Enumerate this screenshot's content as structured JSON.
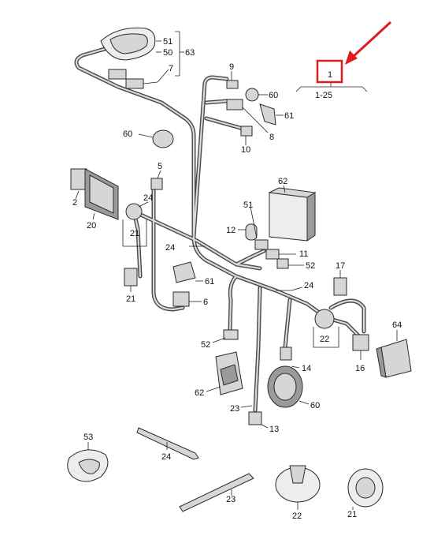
{
  "diagram": {
    "callouts": [
      {
        "id": "c51",
        "text": "51"
      },
      {
        "id": "c50",
        "text": "50"
      },
      {
        "id": "c63",
        "text": "63"
      },
      {
        "id": "c7",
        "text": "7"
      },
      {
        "id": "c9",
        "text": "9"
      },
      {
        "id": "c60a",
        "text": "60"
      },
      {
        "id": "c61a",
        "text": "61"
      },
      {
        "id": "c8",
        "text": "8"
      },
      {
        "id": "c10",
        "text": "10"
      },
      {
        "id": "c60b",
        "text": "60"
      },
      {
        "id": "c1",
        "text": "1"
      },
      {
        "id": "c1-25",
        "text": "1-25"
      },
      {
        "id": "c5",
        "text": "5"
      },
      {
        "id": "c62a",
        "text": "62"
      },
      {
        "id": "c2",
        "text": "2"
      },
      {
        "id": "c24a",
        "text": "24"
      },
      {
        "id": "c20",
        "text": "20"
      },
      {
        "id": "c21a",
        "text": "21"
      },
      {
        "id": "c51b",
        "text": "51"
      },
      {
        "id": "c12",
        "text": "12"
      },
      {
        "id": "c24b",
        "text": "24"
      },
      {
        "id": "c11",
        "text": "11"
      },
      {
        "id": "c52a",
        "text": "52"
      },
      {
        "id": "c17",
        "text": "17"
      },
      {
        "id": "c61b",
        "text": "61"
      },
      {
        "id": "c21b",
        "text": "21"
      },
      {
        "id": "c6",
        "text": "6"
      },
      {
        "id": "c24c",
        "text": "24"
      },
      {
        "id": "c64",
        "text": "64"
      },
      {
        "id": "c52b",
        "text": "52"
      },
      {
        "id": "c22a",
        "text": "22"
      },
      {
        "id": "c16",
        "text": "16"
      },
      {
        "id": "c14",
        "text": "14"
      },
      {
        "id": "c62b",
        "text": "62"
      },
      {
        "id": "c60c",
        "text": "60"
      },
      {
        "id": "c23a",
        "text": "23"
      },
      {
        "id": "c13",
        "text": "13"
      },
      {
        "id": "c53",
        "text": "53"
      },
      {
        "id": "c24d",
        "text": "24"
      },
      {
        "id": "c23b",
        "text": "23"
      },
      {
        "id": "c22b",
        "text": "22"
      },
      {
        "id": "c21c",
        "text": "21"
      }
    ],
    "colors": {
      "harness": "#4a4a4a",
      "highlight_box": "#e01b1b",
      "arrow": "#e01b1b"
    }
  }
}
